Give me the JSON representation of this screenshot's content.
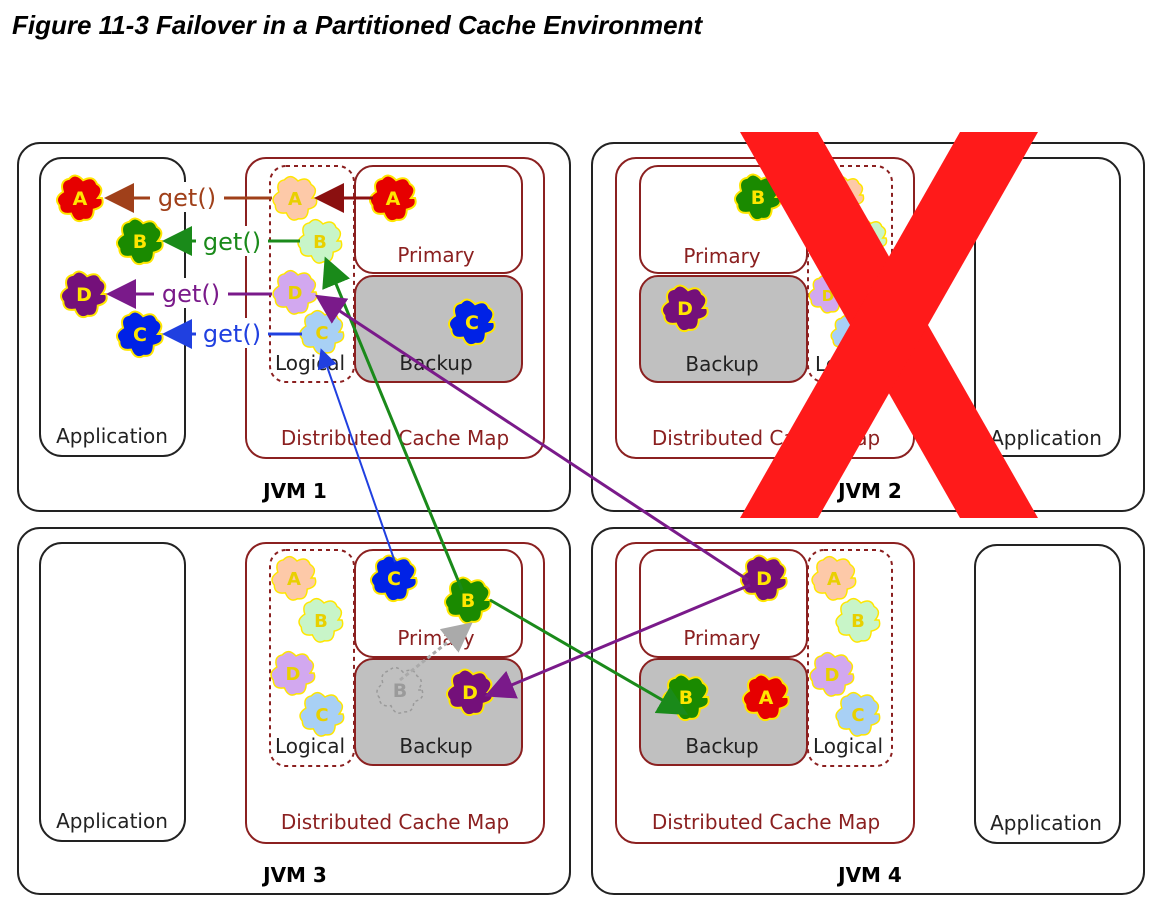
{
  "figure": {
    "title": "Figure 11-3 Failover in a Partitioned Cache Environment"
  },
  "labels": {
    "application": "Application",
    "distributed_cache_map": "Distributed Cache Map",
    "primary": "Primary",
    "backup": "Backup",
    "logical": "Logical",
    "get": "get()"
  },
  "jvms": [
    {
      "name": "JVM  1"
    },
    {
      "name": "JVM  2",
      "failed": true
    },
    {
      "name": "JVM  3"
    },
    {
      "name": "JVM  4"
    }
  ],
  "partitions": [
    "A",
    "B",
    "C",
    "D"
  ],
  "colors": {
    "A": "#e60000",
    "B": "#1a8a00",
    "C": "#0022e6",
    "D": "#74107a",
    "A_light": "#fdc9a8",
    "B_light": "#c8f5c8",
    "C_light": "#a8d0f5",
    "D_light": "#d2a8ef",
    "get_A": "#a0401a",
    "get_B": "#1a8a1a",
    "get_C": "#2040e0",
    "get_D": "#7a1a8a",
    "box_border": "#8b2020",
    "backup_fill": "#c0c0c0",
    "failure_x": "#ff0000"
  }
}
